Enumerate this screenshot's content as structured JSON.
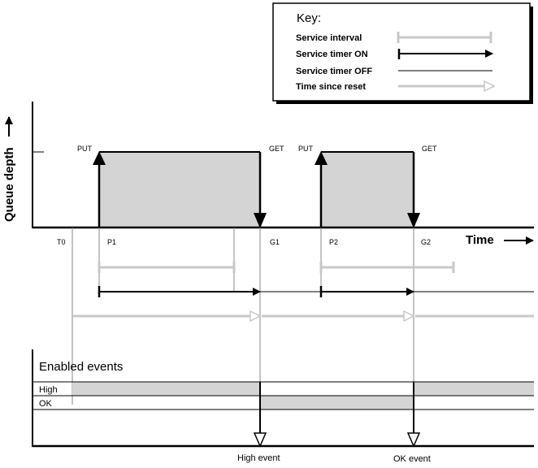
{
  "key": {
    "title": "Key:",
    "items": [
      {
        "label": "Service interval"
      },
      {
        "label": "Service timer ON"
      },
      {
        "label": "Service timer OFF"
      },
      {
        "label": "Time since reset"
      }
    ]
  },
  "axes": {
    "y_label": "Queue depth",
    "x_label": "Time"
  },
  "timeline": {
    "t0": "T0",
    "p1": "P1",
    "g1": "G1",
    "p2": "P2",
    "g2": "G2",
    "put1": "PUT",
    "get1": "GET",
    "put2": "PUT",
    "get2": "GET"
  },
  "events_panel": {
    "title": "Enabled events",
    "row_high": "High",
    "row_ok": "OK",
    "event_high": "High event",
    "event_ok": "OK event"
  },
  "colors": {
    "gray_fill": "#d4d4d4",
    "gray_line": "#c8c8c8",
    "black": "#000000"
  }
}
